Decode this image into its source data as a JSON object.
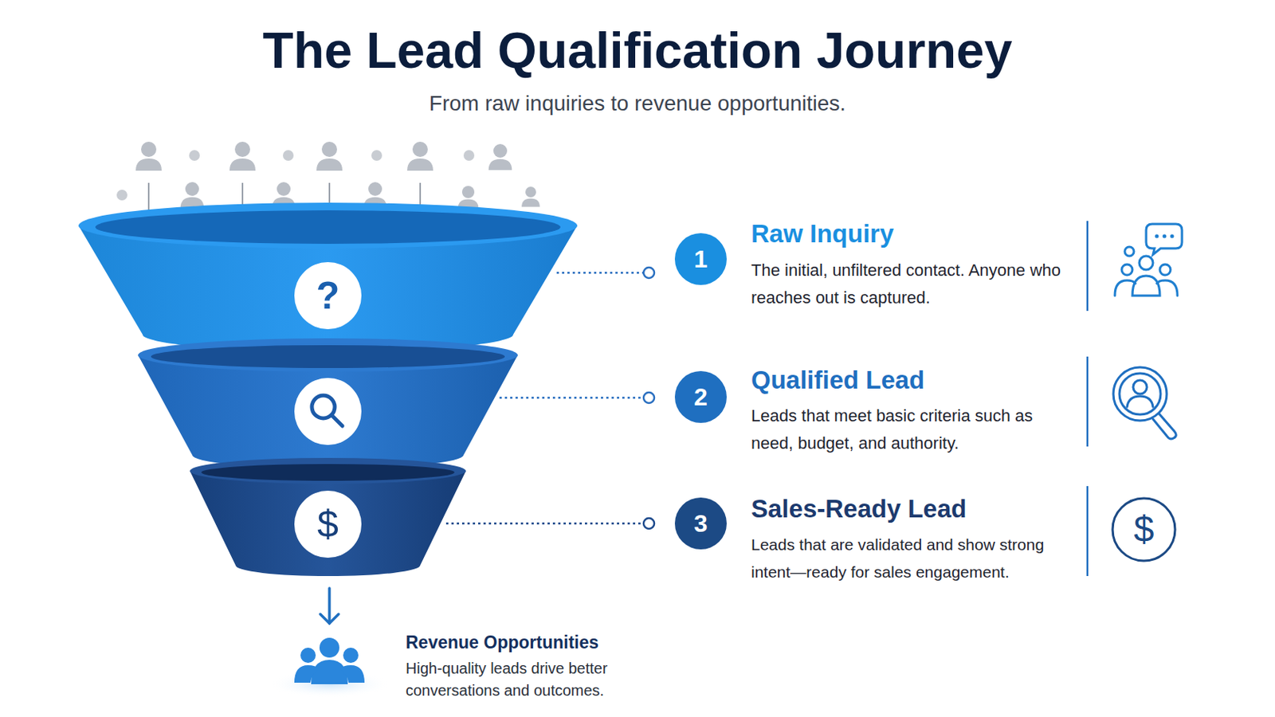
{
  "diagram": {
    "title": "The Lead Qualification Journey",
    "nodes": [
      {
        "text": [
          "1"
        ]
      },
      {
        "text": [
          "2"
        ]
      },
      {
        "text": [
          "3"
        ]
      }
    ],
    "labels": [
      "From raw inquiries to revenue opportunities.",
      "?",
      "$",
      "Raw Inquiry",
      "The initial, unfiltered contact. Anyone who reaches out is captured.",
      "Qualified Lead",
      "Leads that meet basic criteria such as need, budget, and authority.",
      "Sales-Ready Lead",
      "Leads that are validated and show strong intent—ready for sales engagement.",
      "$",
      "Revenue Opportunities",
      "High-quality leads drive better conversations and outcomes."
    ]
  }
}
